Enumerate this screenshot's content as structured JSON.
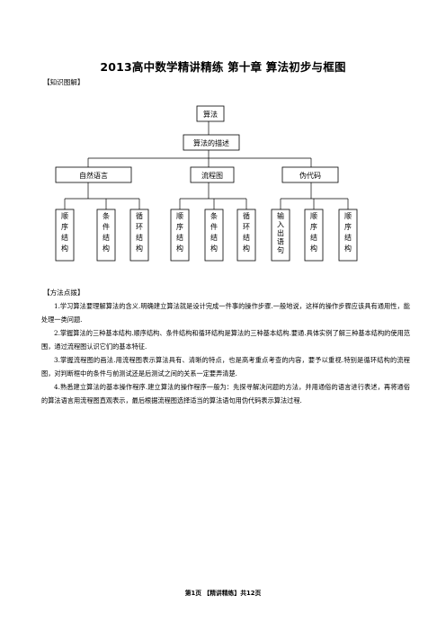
{
  "document": {
    "title": "2013高中数学精讲精练 第十章 算法初步与框图",
    "section_knowledge": "【知识图解】",
    "section_method": "【方法点拨】",
    "footer": "第1页 【精讲精练】共12页"
  },
  "diagram": {
    "root": "算法",
    "level2": "算法的描述",
    "level3": [
      "自然语言",
      "流程图",
      "伪代码"
    ],
    "leaves": [
      [
        "顺",
        "序",
        "结",
        "构"
      ],
      [
        "条",
        "件",
        "结",
        "构"
      ],
      [
        "循",
        "环",
        "结",
        "构"
      ],
      [
        "顺",
        "序",
        "结",
        "构"
      ],
      [
        "条",
        "件",
        "结",
        "构"
      ],
      [
        "循",
        "环",
        "结",
        "构"
      ],
      [
        "输",
        "入",
        "出",
        "语",
        "句"
      ],
      [
        "顺",
        "序",
        "结",
        "构"
      ],
      [
        "顺",
        "序",
        "结",
        "构"
      ]
    ]
  },
  "paragraphs": [
    "1.学习算法要理解算法的含义.明确建立算法就是设计完成一件事的操作步骤.一般地说，这样的操作步骤应该具有通用性，能处理一类问题.",
    "2.掌握算法的三种基本结构.顺序结构、条件结构和循环结构是算法的三种基本结构.要通.具体实例了解三种基本结构的使用范围，通过流程图认识它们的基本特征.",
    "3.掌握流程图的画法.用流程图表示算法具有、清晰的特点，也是高考重点考查的内容，要予以重视.特别是循环结构的流程图，对判断框中的条件与前测试还是后测试之间的关系一定要弄清楚.",
    "4.熟悉建立算法的基本操作程序.建立算法的操作程序一般为：先探寻解决问题的方法，并用通俗的语言进行表述，再将通俗的算法语言用流程图直观表示，最后根据流程图选择适当的算法语句用伪代码表示算法过程."
  ]
}
